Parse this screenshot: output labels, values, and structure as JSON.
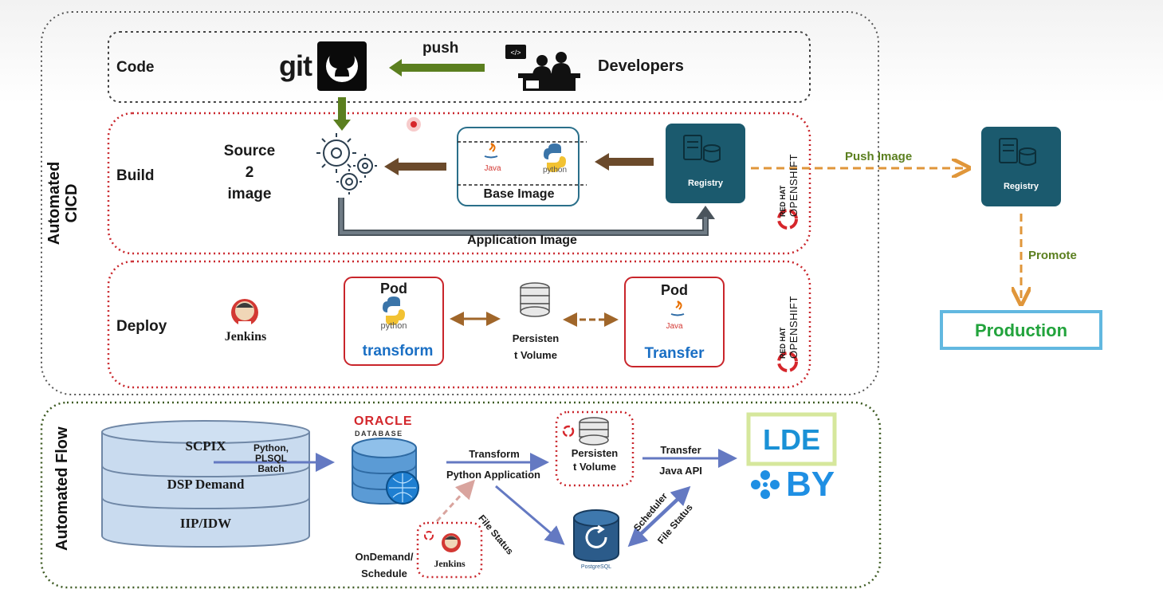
{
  "sections": {
    "cicd": "Automated\nCICD",
    "flow": "Automated Flow"
  },
  "code": {
    "label": "Code",
    "git": "git",
    "push": "push",
    "developers": "Developers"
  },
  "build": {
    "label": "Build",
    "source": "Source\n2\nimage",
    "java": "Java",
    "python": "python",
    "base_image": "Base Image",
    "registry": "Registry",
    "app_image": "Application Image",
    "redhat": "RED HAT",
    "openshift": "OPENSHIFT"
  },
  "deploy": {
    "label": "Deploy",
    "jenkins": "Jenkins",
    "pod1_title": "Pod",
    "pod1_lang": "python",
    "pod1_name": "transform",
    "pv": "Persisten\nt Volume",
    "pod2_title": "Pod",
    "pod2_lang": "Java",
    "pod2_name": "Transfer",
    "redhat": "RED HAT",
    "openshift": "OPENSHIFT"
  },
  "prod": {
    "push_image": "Push Image",
    "registry": "Registry",
    "promote": "Promote",
    "production": "Production"
  },
  "flow": {
    "db_items": [
      "SCPIX",
      "DSP Demand",
      "IIP/IDW"
    ],
    "batch": "Python,\nPLSQL\nBatch",
    "oracle": "ORACLE",
    "database": "DATABASE",
    "transform": "Transform",
    "python_app": "Python Application",
    "pv": "Persisten\nt Volume",
    "transfer": "Transfer",
    "java_api": "Java API",
    "lde": "LDE",
    "by": "BY",
    "file_status": "File Status",
    "scheduler": "Scheduler",
    "file_status2": "File Status",
    "postgres": "PostgreSQL",
    "ondemand": "OnDemand/\nSchedule",
    "jenkins": "Jenkins"
  },
  "colors": {
    "green_arrow": "#5b7f1f",
    "brown_arrow": "#6b4a2b",
    "orange": "#e0963a",
    "red_dot": "#d6262b",
    "teal": "#1b5a6e",
    "blue_arrow": "#6479c2",
    "production_green": "#22a33c",
    "blue_text": "#1a6fc4"
  }
}
